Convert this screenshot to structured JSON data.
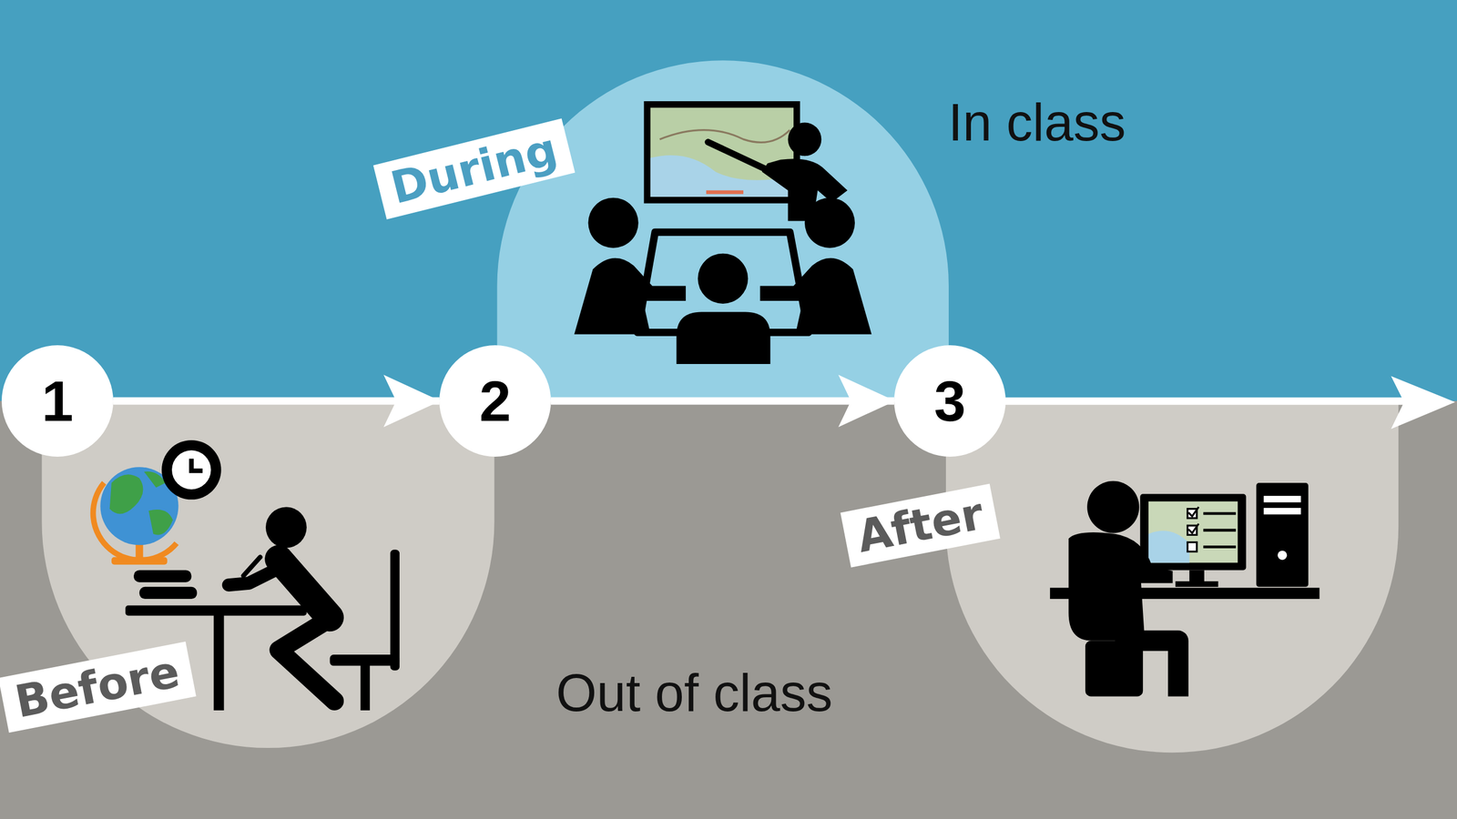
{
  "diagram": {
    "nodes": [
      {
        "text": [
          "1"
        ]
      },
      {
        "text": [
          "Before"
        ]
      },
      {
        "text": [
          "2"
        ]
      },
      {
        "text": [
          "During"
        ]
      },
      {
        "text": [
          "3"
        ]
      },
      {
        "text": [
          "After"
        ]
      }
    ],
    "edges": [
      {
        "from": 0,
        "to": 2,
        "arrow": "to"
      },
      {
        "from": 2,
        "to": 4,
        "arrow": "to"
      }
    ],
    "labels": [
      "In class",
      "Out of class"
    ]
  }
}
